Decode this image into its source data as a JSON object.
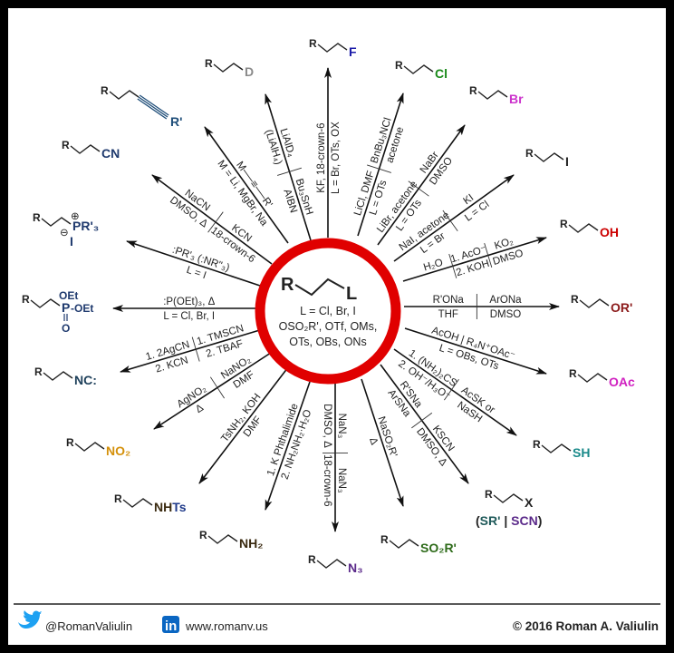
{
  "center": {
    "substrate_R": "R",
    "substrate_L": "L",
    "lines": [
      "L = Cl, Br, I",
      "OSO₂R', OTf, OMs,",
      "OTs, OBs, ONs"
    ],
    "ring_color": "#e00000"
  },
  "arrows": [
    {
      "id": "fluoride",
      "cols": [
        {
          "above": "KF, 18-crown-6",
          "below": "L = Br, OTs, OX"
        }
      ]
    },
    {
      "id": "deuteride",
      "cols": [
        {
          "above": "LiAlD₄",
          "below": "(LiAlH₄)"
        },
        {
          "above": "Bu₃SnH",
          "below": "AIBN"
        }
      ]
    },
    {
      "id": "alkyne",
      "cols": [
        {
          "above": "M──≡──R'",
          "below": "M = Li, MgBr, Na"
        }
      ]
    },
    {
      "id": "nitrile",
      "cols": [
        {
          "above": "NaCN",
          "below": "DMSO, Δ"
        },
        {
          "above": "KCN",
          "below": "18-crown-6"
        }
      ]
    },
    {
      "id": "phosphonium",
      "cols": [
        {
          "above": ":PR'₃ (:NR''₃)",
          "below": "L = I"
        }
      ]
    },
    {
      "id": "phosphonate",
      "cols": [
        {
          "above": ":P(OEt)₃, Δ",
          "below": "L = Cl, Br, I"
        }
      ]
    },
    {
      "id": "isonitrile",
      "cols": [
        {
          "above": "1. 2AgCN",
          "below": "2. KCN"
        },
        {
          "above": "1. TMSCN",
          "below": "2. TBAF"
        }
      ]
    },
    {
      "id": "nitro",
      "cols": [
        {
          "above": "AgNO₂",
          "below": "Δ"
        },
        {
          "above": "NaNO₂",
          "below": "DMF"
        }
      ]
    },
    {
      "id": "sulfonamide",
      "cols": [
        {
          "above": "TsNH₂, KOH",
          "below": "DMF"
        }
      ]
    },
    {
      "id": "amine",
      "cols": [
        {
          "above": "1. K Phthalimide",
          "below": "2. NH₂NH₂·H₂O"
        }
      ]
    },
    {
      "id": "azide",
      "cols": [
        {
          "above": "NaN₃",
          "below": "DMSO, Δ"
        },
        {
          "above": "NaN₃",
          "below": "18-crown-6"
        }
      ]
    },
    {
      "id": "sulfone",
      "cols": [
        {
          "above": "NaSO₂R'",
          "below": "Δ"
        }
      ]
    },
    {
      "id": "thioether",
      "cols": [
        {
          "above": "R'SNa",
          "below": "ArSNa"
        },
        {
          "above": "KSCN",
          "below": "DMSO, Δ"
        }
      ]
    },
    {
      "id": "thiol",
      "cols": [
        {
          "above": "1. (NH₂)₂CS",
          "below": "2. OH⁻/H₃O⁺"
        },
        {
          "above": "AcSK or",
          "below": "NaSH"
        }
      ]
    },
    {
      "id": "acetate",
      "cols": [
        {
          "above": "AcOH | R₄N⁺OAc⁻",
          "below": "L = OBs, OTs"
        }
      ]
    },
    {
      "id": "ether",
      "cols": [
        {
          "above": "R'ONa",
          "below": "THF"
        },
        {
          "above": "ArONa",
          "below": "DMSO"
        }
      ]
    },
    {
      "id": "alcohol",
      "cols": [
        {
          "above": "H₂O",
          "below": ""
        },
        {
          "above": "1. AcO⁻",
          "below": "2. KOH"
        },
        {
          "above": "KO₂",
          "below": "DMSO"
        }
      ]
    },
    {
      "id": "iodide",
      "cols": [
        {
          "above": "NaI, acetone",
          "below": "L = Br"
        },
        {
          "above": "KI",
          "below": "L = Cl"
        }
      ]
    },
    {
      "id": "bromide",
      "cols": [
        {
          "above": "LiBr, acetone",
          "below": "L = OTs"
        },
        {
          "above": "NaBr",
          "below": "DMSO"
        }
      ]
    },
    {
      "id": "chloride",
      "cols": [
        {
          "above": "LiCl, DMF",
          "below": "L = OTs"
        },
        {
          "above": "BnBu₃NCl",
          "below": "acetone"
        }
      ]
    }
  ],
  "products": [
    {
      "id": "fluoride",
      "r": "R",
      "group": [
        {
          "t": "F",
          "c": "#1a1aa8"
        }
      ]
    },
    {
      "id": "deuteride",
      "r": "R",
      "group": [
        {
          "t": "D",
          "c": "#8a8a8a"
        }
      ]
    },
    {
      "id": "alkyne",
      "r": "R",
      "group": [
        {
          "t": "R'",
          "c": "#1f4e79"
        }
      ]
    },
    {
      "id": "nitrile",
      "r": "R",
      "group": [
        {
          "t": "CN",
          "c": "#1f3a6e"
        }
      ]
    },
    {
      "id": "phosphonium",
      "r": "R",
      "group": [
        {
          "t": "PR'₃",
          "c": "#1f3a6e"
        }
      ],
      "plus": "⊕",
      "minus": "⊖",
      "counterion": "I"
    },
    {
      "id": "phosphonate",
      "r": "R",
      "group": [
        {
          "t": "P",
          "c": "#1f3a6e"
        }
      ],
      "oet_top": "OEt",
      "oet_right": "-OEt",
      "oxo": "O"
    },
    {
      "id": "isonitrile",
      "r": "R",
      "group": [
        {
          "t": "NC:",
          "c": "#1d3f5a"
        }
      ]
    },
    {
      "id": "nitro",
      "r": "R",
      "group": [
        {
          "t": "NO₂",
          "c": "#d4900a"
        }
      ]
    },
    {
      "id": "sulfonamide",
      "r": "R",
      "group": [
        {
          "t": "NH",
          "c": "#3a2a10"
        },
        {
          "t": "Ts",
          "c": "#1f3a8a"
        }
      ]
    },
    {
      "id": "amine",
      "r": "R",
      "group": [
        {
          "t": "NH₂",
          "c": "#3a2a10"
        }
      ]
    },
    {
      "id": "azide",
      "r": "R",
      "group": [
        {
          "t": "N₃",
          "c": "#5b2a8a"
        }
      ]
    },
    {
      "id": "sulfone",
      "r": "R",
      "group": [
        {
          "t": "SO₂R'",
          "c": "#2e6b1a"
        }
      ]
    },
    {
      "id": "thioether",
      "r": "R",
      "group": [
        {
          "t": "X",
          "c": "#222222"
        }
      ],
      "sub": [
        {
          "t": "(",
          "c": "#222222"
        },
        {
          "t": "SR'",
          "c": "#1f5a5a"
        },
        {
          "t": " | ",
          "c": "#222222"
        },
        {
          "t": "SCN",
          "c": "#5b2a8a"
        },
        {
          "t": ")",
          "c": "#222222"
        }
      ]
    },
    {
      "id": "thiol",
      "r": "R",
      "group": [
        {
          "t": "SH",
          "c": "#1a8a8a"
        }
      ]
    },
    {
      "id": "acetate",
      "r": "R",
      "group": [
        {
          "t": "OAc",
          "c": "#d020c0"
        }
      ]
    },
    {
      "id": "ether",
      "r": "R",
      "group": [
        {
          "t": "OR'",
          "c": "#8b1a1a"
        }
      ]
    },
    {
      "id": "alcohol",
      "r": "R",
      "group": [
        {
          "t": "OH",
          "c": "#cc0000"
        }
      ]
    },
    {
      "id": "iodide",
      "r": "R",
      "group": [
        {
          "t": "I",
          "c": "#222222"
        }
      ]
    },
    {
      "id": "bromide",
      "r": "R",
      "group": [
        {
          "t": "Br",
          "c": "#cc33cc"
        }
      ]
    },
    {
      "id": "chloride",
      "r": "R",
      "group": [
        {
          "t": "Cl",
          "c": "#1a8a1a"
        }
      ]
    }
  ],
  "footer": {
    "twitter_handle": "@RomanValiulin",
    "linkedin_badge": "in",
    "website": "www.romanv.us",
    "copyright": "© 2016 Roman A. Valiulin",
    "twitter_color": "#1da1f2",
    "linkedin_color": "#0a66c2"
  }
}
